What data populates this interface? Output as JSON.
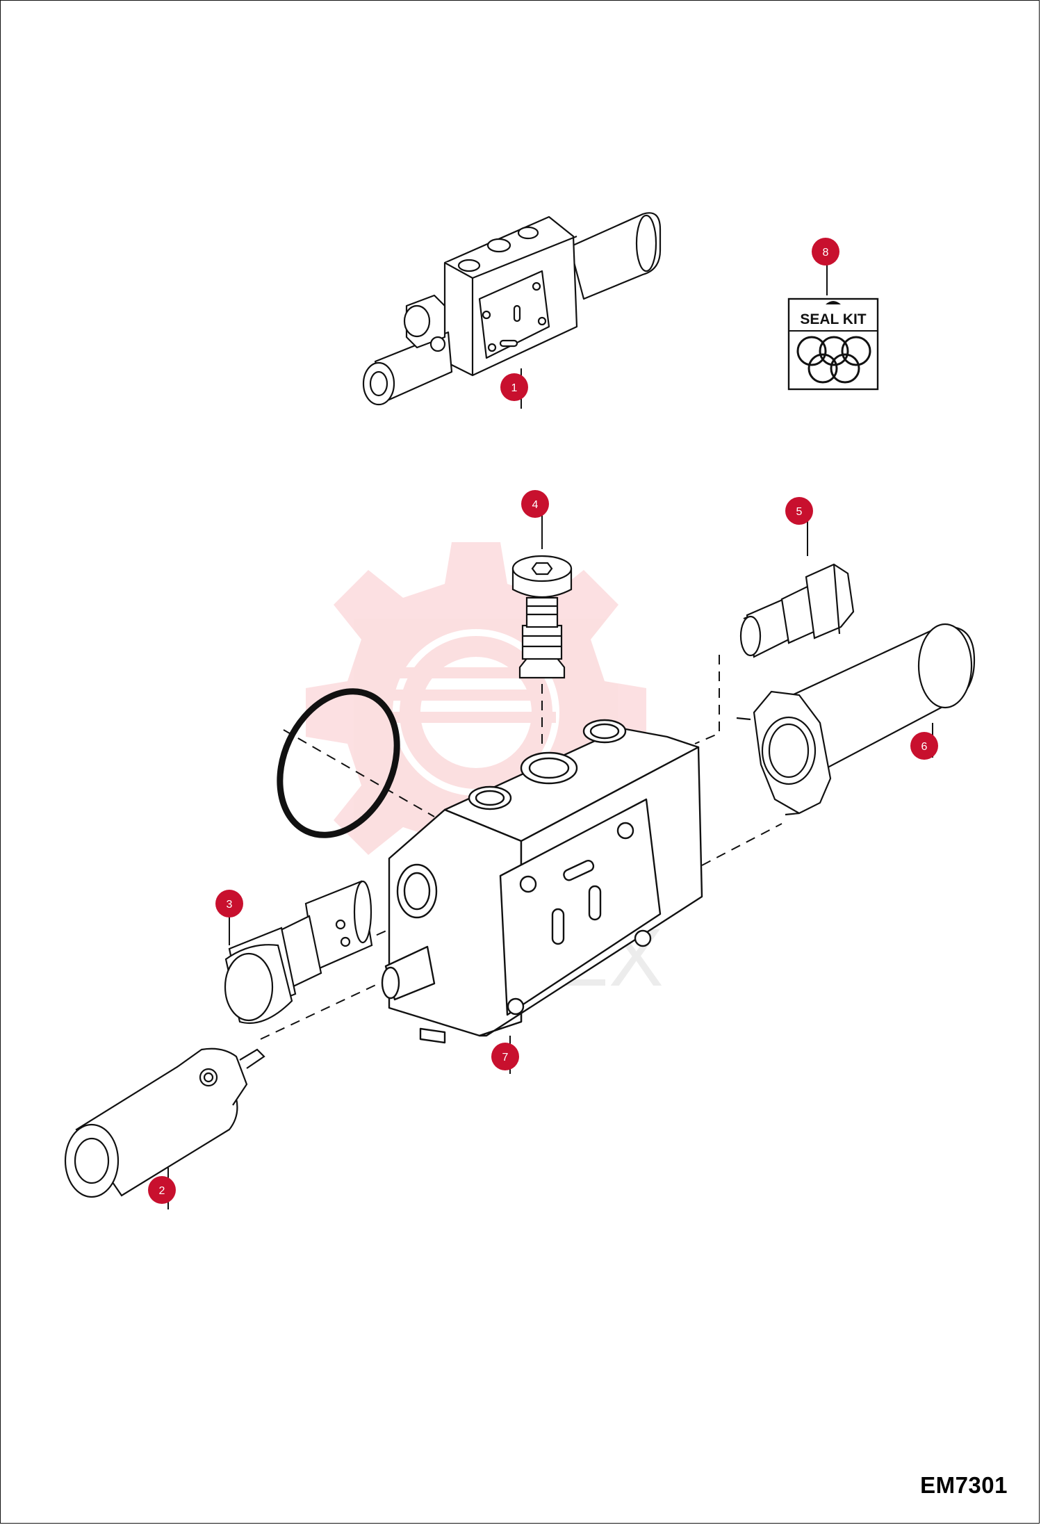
{
  "watermark": {
    "text": "ИНТЕХ",
    "color": "#e8262f"
  },
  "callout_color": "#c8102e",
  "callouts": [
    {
      "id": "callout-1",
      "num": "1"
    },
    {
      "id": "callout-2",
      "num": "2"
    },
    {
      "id": "callout-3",
      "num": "3"
    },
    {
      "id": "callout-4",
      "num": "4"
    },
    {
      "id": "callout-5",
      "num": "5"
    },
    {
      "id": "callout-6",
      "num": "6"
    },
    {
      "id": "callout-7",
      "num": "7"
    },
    {
      "id": "callout-8",
      "num": "8"
    }
  ],
  "seal_kit": {
    "label": "SEAL KIT"
  },
  "drawing_code": "EM7301"
}
